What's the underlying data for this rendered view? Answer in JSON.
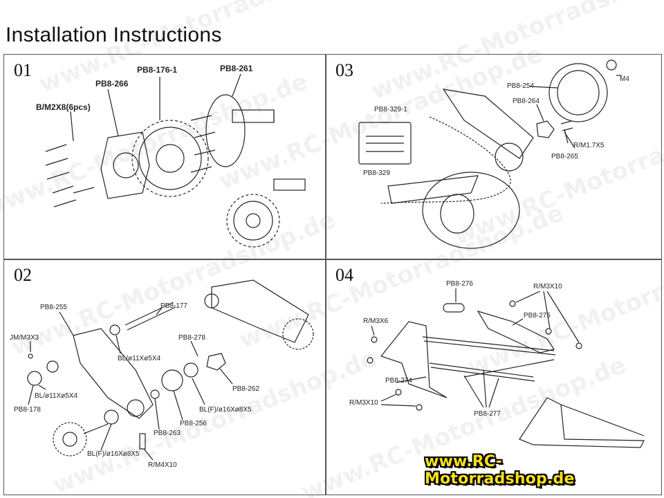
{
  "title": "Installation Instructions",
  "watermark": "www.RC-Motorradshop.de",
  "badge": "www.RC-Motorradshop.de",
  "panels": [
    {
      "number": "01",
      "labels": {
        "a": "B/M2X8(6pcs)",
        "b": "PB8-266",
        "c": "PB8-176-1",
        "d": "PB8-261"
      }
    },
    {
      "number": "03",
      "labels": {
        "a": "PB8-329-1",
        "b": "PB8-329",
        "c": "PB8-254",
        "d": "PB8-264",
        "e": "M4",
        "f": "R/M1.7X5",
        "g": "PB8-265"
      }
    },
    {
      "number": "02",
      "labels": {
        "a": "PB8-255",
        "b": "JM/M3X3",
        "c": "BL/ø11Xø5X4",
        "d": "PB8-178",
        "e": "PB8-177",
        "f": "BL/ø11Xø5X4",
        "g": "PB8-278",
        "h": "PB8-262",
        "i": "BL(F)/ø16Xø8X5",
        "j": "PB8-256",
        "k": "PB8-263",
        "l": "BL(F)/ø16Xø8X5",
        "m": "R/M4X10"
      }
    },
    {
      "number": "04",
      "labels": {
        "a": "PB8-276",
        "b": "R/M3X10",
        "c": "R/M3X6",
        "d": "PB8-275",
        "e": "PB8-274",
        "f": "R/M3X10",
        "g": "PB8-277"
      }
    }
  ]
}
